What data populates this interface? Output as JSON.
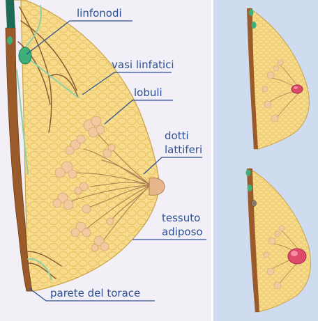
{
  "labels": {
    "lymph_nodes": "linfonodi",
    "lymph_vessels": "vasi linfatici",
    "lobules": "lobuli",
    "ducts_line1": "dotti",
    "ducts_line2": "lattiferi",
    "tissue_line1": "tessuto",
    "tissue_line2": "adiposo",
    "chest_wall": "parete del torace"
  },
  "colors": {
    "panel_main": "#f2f0f6",
    "panel_side": "#cfdcef",
    "tissue": "#f6dc8c",
    "tissue_dark": "#e8be5e",
    "lobule": "#f2caa0",
    "chest_wall": "#9b5a2a",
    "node": "#3eaf78",
    "vessel": "#8a5a35",
    "lymph": "#8fd0a8",
    "label": "#2b4f92",
    "tumor": "#e04a6a"
  },
  "icons": {
    "lymph_node": "lymph-node-icon",
    "tumor": "tumor-icon"
  }
}
